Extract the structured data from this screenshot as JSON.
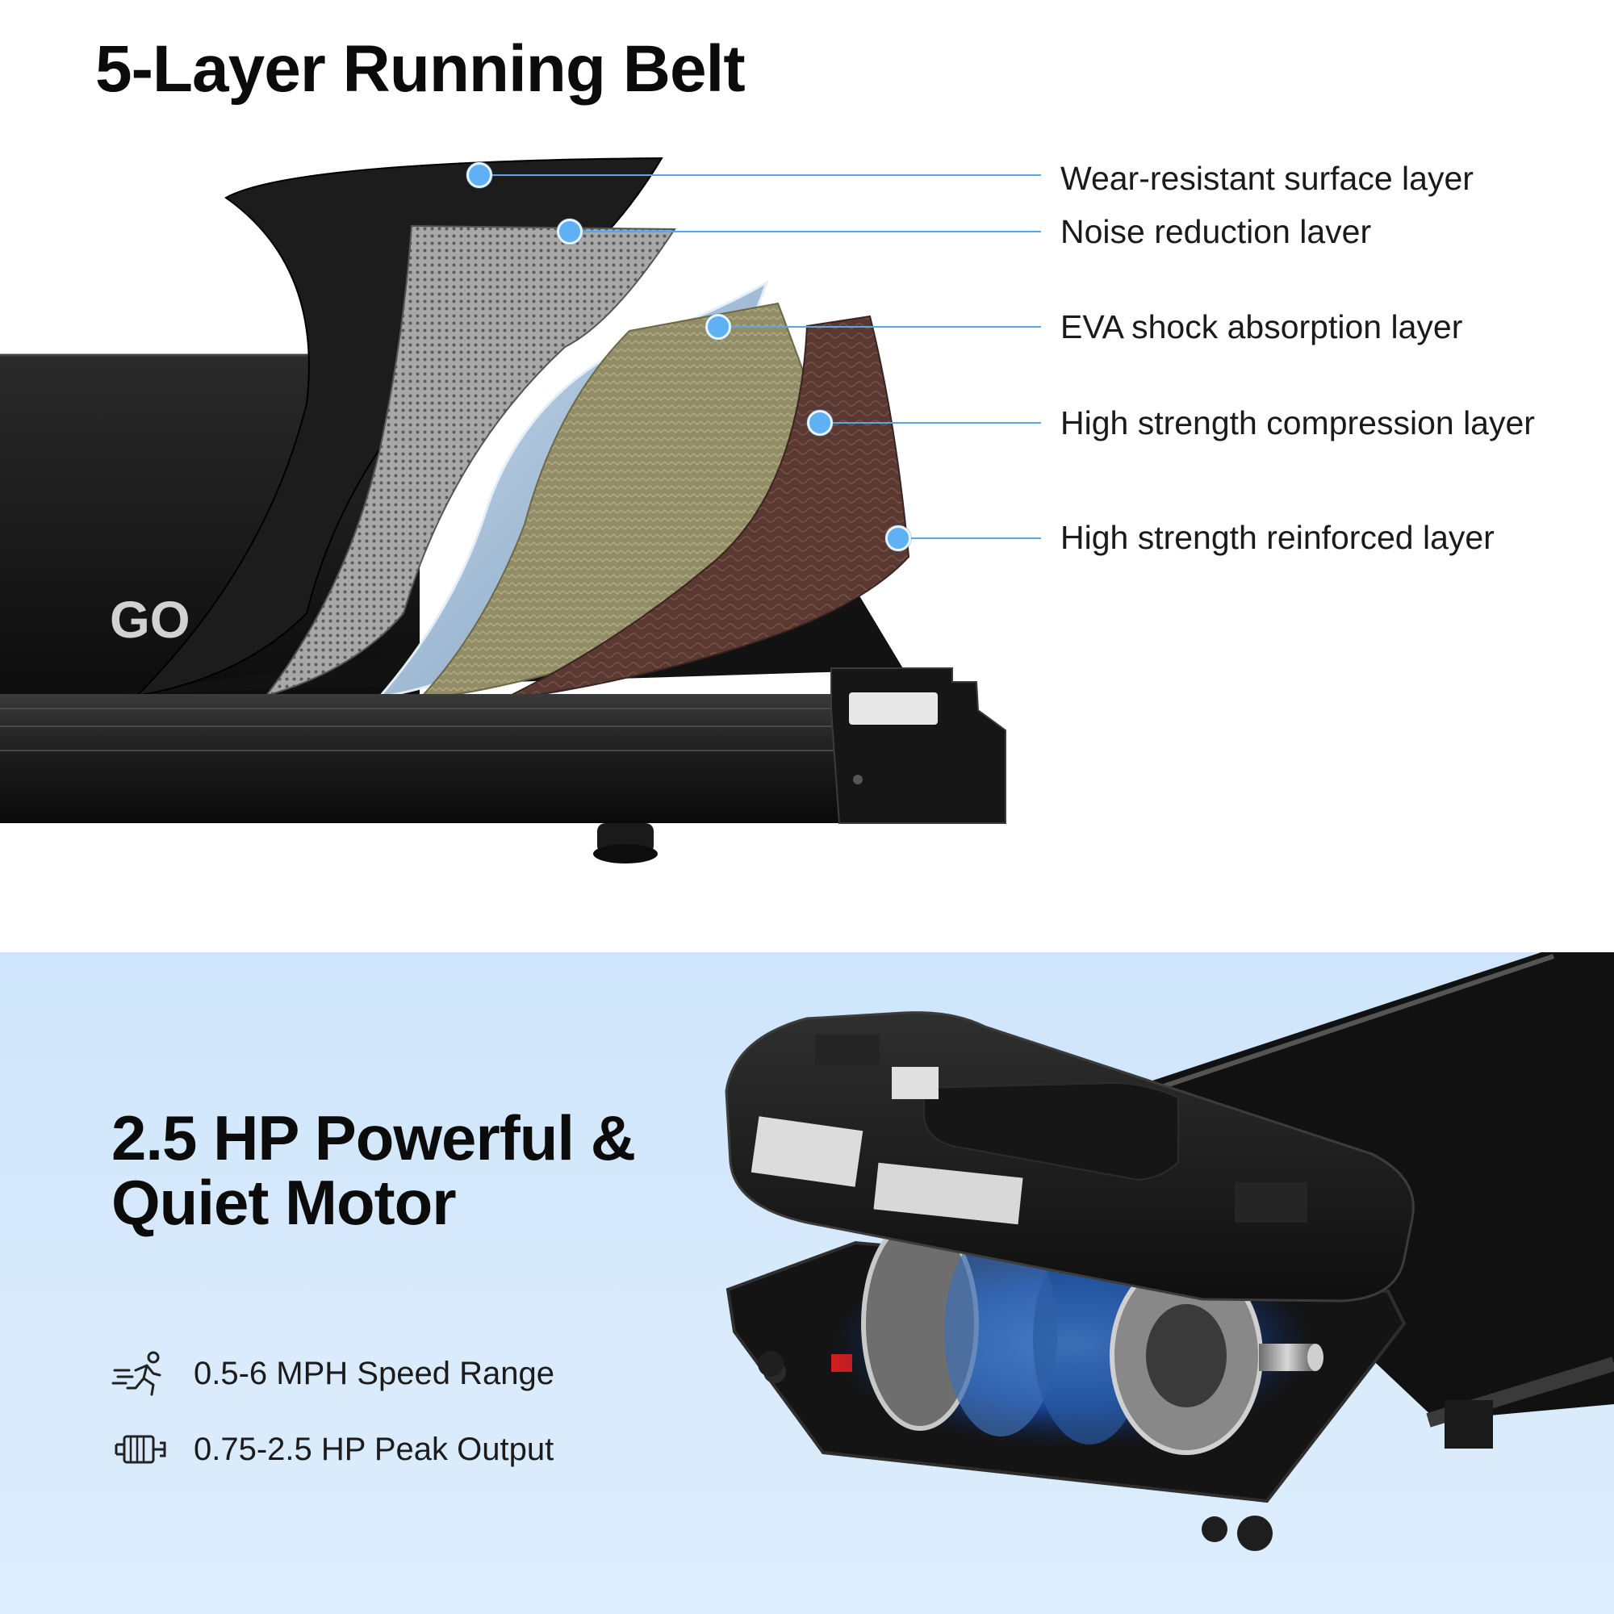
{
  "belt_section": {
    "title": "5-Layer Running Belt",
    "brand_mark": "GO",
    "layers": [
      {
        "label": "Wear-resistant surface layer"
      },
      {
        "label": "Noise reduction laver"
      },
      {
        "label": "EVA shock absorption layer"
      },
      {
        "label": "High strength compression layer"
      },
      {
        "label": "High strength reinforced layer"
      }
    ],
    "colors": {
      "leader": "#58a6ee",
      "surface_layer": "#1b1b1b",
      "noise_layer": "#9a9a9a",
      "eva_layer": "#9fbdd8",
      "compression_layer": "#8e8a62",
      "reinforced_layer": "#5b3a33"
    }
  },
  "motor_section": {
    "title_line1": "2.5 HP Powerful &",
    "title_line2": "Quiet Motor",
    "specs": [
      {
        "icon": "runner-icon",
        "text": "0.5-6 MPH Speed Range"
      },
      {
        "icon": "motor-icon",
        "text": "0.75-2.5 HP Peak Output"
      }
    ],
    "colors": {
      "background": "#d4e8fb",
      "motor_glow": "#2f7bff"
    }
  }
}
